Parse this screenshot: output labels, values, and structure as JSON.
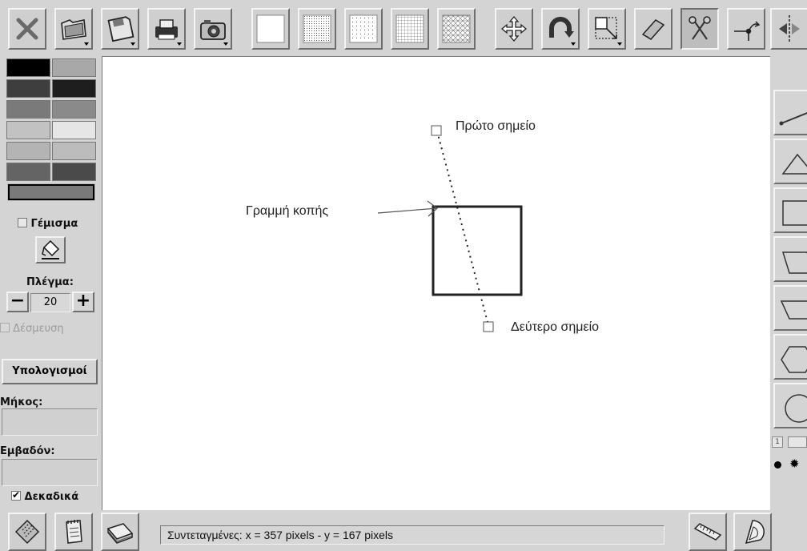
{
  "toolbar": {
    "buttons": [
      "close-icon",
      "folder-icon",
      "floppy-icon",
      "printer-icon",
      "camera-icon",
      "blank-page-icon",
      "dot-grid-dense-icon",
      "dot-grid-sparse-icon",
      "square-grid-icon",
      "triangle-grid-icon",
      "move-icon",
      "rotate-icon",
      "resize-icon",
      "eraser-icon",
      "scissors-icon",
      "point-arrow-icon",
      "reflect-icon"
    ]
  },
  "palette": {
    "colors": [
      "#000000",
      "#a8a8a8",
      "#3e3e3e",
      "#1e1e1e",
      "#7a7a7a",
      "#8a8a8a",
      "#c2c2c2",
      "#e6e6e6",
      "#b4b4b4",
      "#bcbcbc",
      "#646464",
      "#4a4a4a"
    ],
    "stroke_color": "#7a7a7a"
  },
  "fill": {
    "label": "Γέμισμα",
    "checked": false
  },
  "grid": {
    "label": "Πλέγμα:",
    "value": "20",
    "minus": "−",
    "plus": "+"
  },
  "snap": {
    "label": "Δέσμευση",
    "checked": false
  },
  "calc": {
    "button_label": "Υπολογισμοί",
    "length_label": "Μήκος:",
    "area_label": "Εμβαδόν:",
    "decimals_label": "Δεκαδικά",
    "decimals_checked": true
  },
  "canvas": {
    "first_point_label": "Πρώτο σημείο",
    "second_point_label": "Δεύτερο σημείο",
    "cut_line_label": "Γραμμή κοπής"
  },
  "right_tools": [
    "line-segment-icon",
    "triangle-icon",
    "square-icon",
    "parallelogram-icon",
    "trapezoid-icon",
    "hexagon-icon",
    "circle-icon"
  ],
  "right_small": {
    "box_label": "1"
  },
  "status": {
    "text": "Συντεταγμένες: x = 357 pixels  -  y = 167 pixels"
  }
}
